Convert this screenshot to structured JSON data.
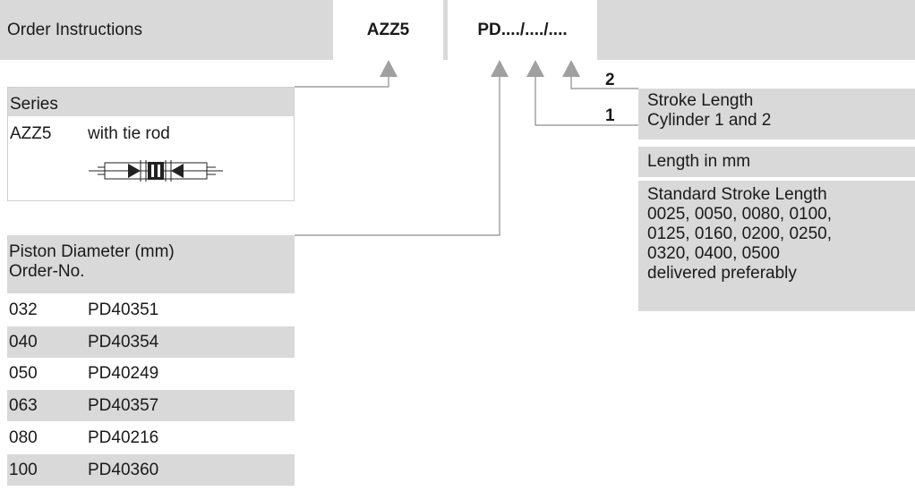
{
  "header": {
    "title": "Order Instructions",
    "code_series": "AZZ5",
    "code_suffix": "PD..../..../...."
  },
  "series": {
    "heading": "Series",
    "code": "AZZ5",
    "description": "with tie rod",
    "icon": "tie-rod-cylinder-drawing"
  },
  "piston": {
    "heading_line1": "Piston Diameter (mm)",
    "heading_line2": "Order-No.",
    "rows": [
      {
        "diameter": "032",
        "order_no": "PD40351"
      },
      {
        "diameter": "040",
        "order_no": "PD40354"
      },
      {
        "diameter": "050",
        "order_no": "PD40249"
      },
      {
        "diameter": "063",
        "order_no": "PD40357"
      },
      {
        "diameter": "080",
        "order_no": "PD40216"
      },
      {
        "diameter": "100",
        "order_no": "PD40360"
      }
    ]
  },
  "connectors": {
    "label_1": "1",
    "label_2": "2"
  },
  "stroke": {
    "heading_line1": "Stroke Length",
    "heading_line2": "Cylinder 1 and 2",
    "length_unit": "Length in mm",
    "standard_lines": [
      "Standard Stroke Length",
      "0025, 0050, 0080, 0100,",
      "0125, 0160, 0200, 0250,",
      "0320, 0400, 0500",
      "delivered preferably"
    ]
  },
  "colors": {
    "panel_grey": "#d9d9d9",
    "arrow_grey": "#a0a0a0",
    "line_grey": "#8c8c8c"
  }
}
